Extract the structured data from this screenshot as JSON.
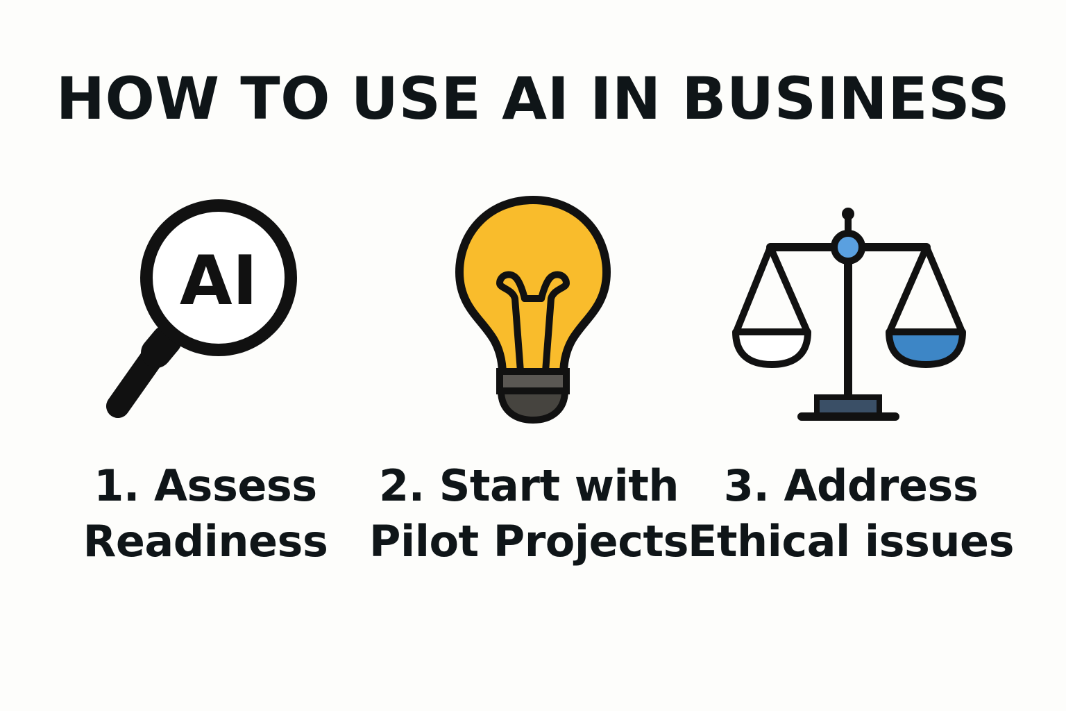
{
  "title": "HOW TO USE AI IN BUSINESS",
  "steps": [
    {
      "line1": "1. Assess",
      "line2": "Readiness",
      "icon": "magnifying-glass-ai-icon",
      "icon_text": "AI"
    },
    {
      "line1": "2. Start with",
      "line2": "Pilot Projects",
      "icon": "light-bulb-icon"
    },
    {
      "line1": "3. Address",
      "line2": "Ethical issues",
      "icon": "balance-scale-icon"
    }
  ],
  "colors": {
    "background": "#fdfdfb",
    "ink": "#0f1518",
    "bulb_yellow": "#f9bc2c",
    "bulb_base": "#46443f",
    "scale_blue": "#3d86c6",
    "scale_pivot": "#5aa0e0"
  }
}
